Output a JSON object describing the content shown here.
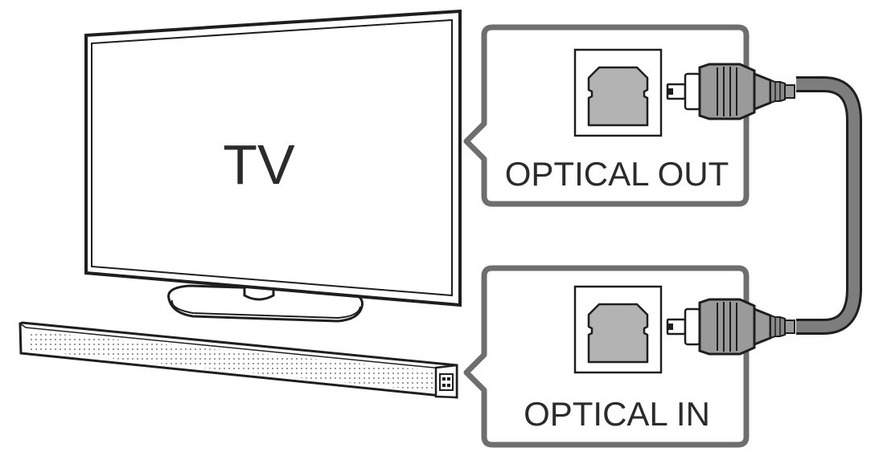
{
  "tv": {
    "label": "TV"
  },
  "callouts": {
    "top": {
      "label": "OPTICAL OUT"
    },
    "bottom": {
      "label": "OPTICAL IN"
    }
  },
  "colors": {
    "line": "#1e1e1e",
    "callout_border": "#6e6e6e",
    "port_fill": "#b3b3b3",
    "cable": "#7d7d7d",
    "connector": "#9a9a9a",
    "soundbar_dots": "#8c8c8c"
  }
}
